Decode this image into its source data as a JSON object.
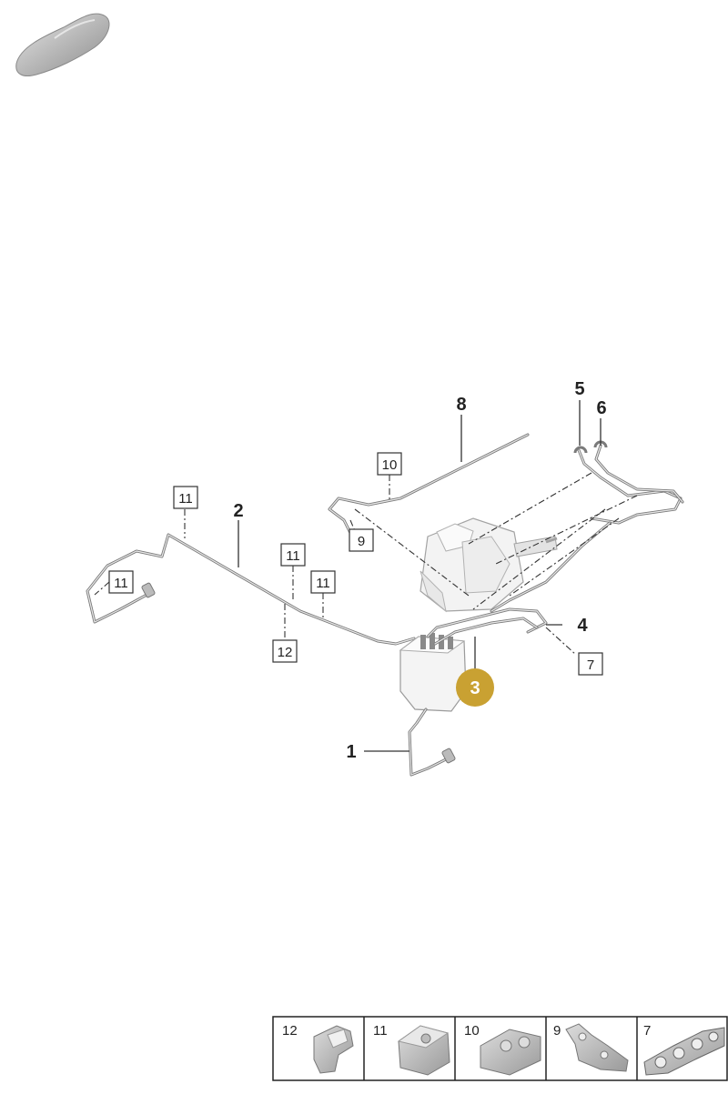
{
  "callouts": {
    "c1": "1",
    "c2": "2",
    "c3": "3",
    "c4": "4",
    "c5": "5",
    "c6": "6",
    "c8": "8"
  },
  "boxed_refs": {
    "b10": "10",
    "b9": "9",
    "b11_a": "11",
    "b11_b": "11",
    "b11_c": "11",
    "b11_d": "11",
    "b12": "12",
    "b7": "7"
  },
  "legend": {
    "items": [
      {
        "label": "12",
        "icon": "clip-icon"
      },
      {
        "label": "11",
        "icon": "holder-icon"
      },
      {
        "label": "10",
        "icon": "double-holder-icon"
      },
      {
        "label": "9",
        "icon": "bracket-icon"
      },
      {
        "label": "7",
        "icon": "multi-clip-icon"
      }
    ]
  },
  "colors": {
    "highlight_badge": "#c9a132",
    "pipe": "#7a7a7a",
    "line": "#333333"
  }
}
